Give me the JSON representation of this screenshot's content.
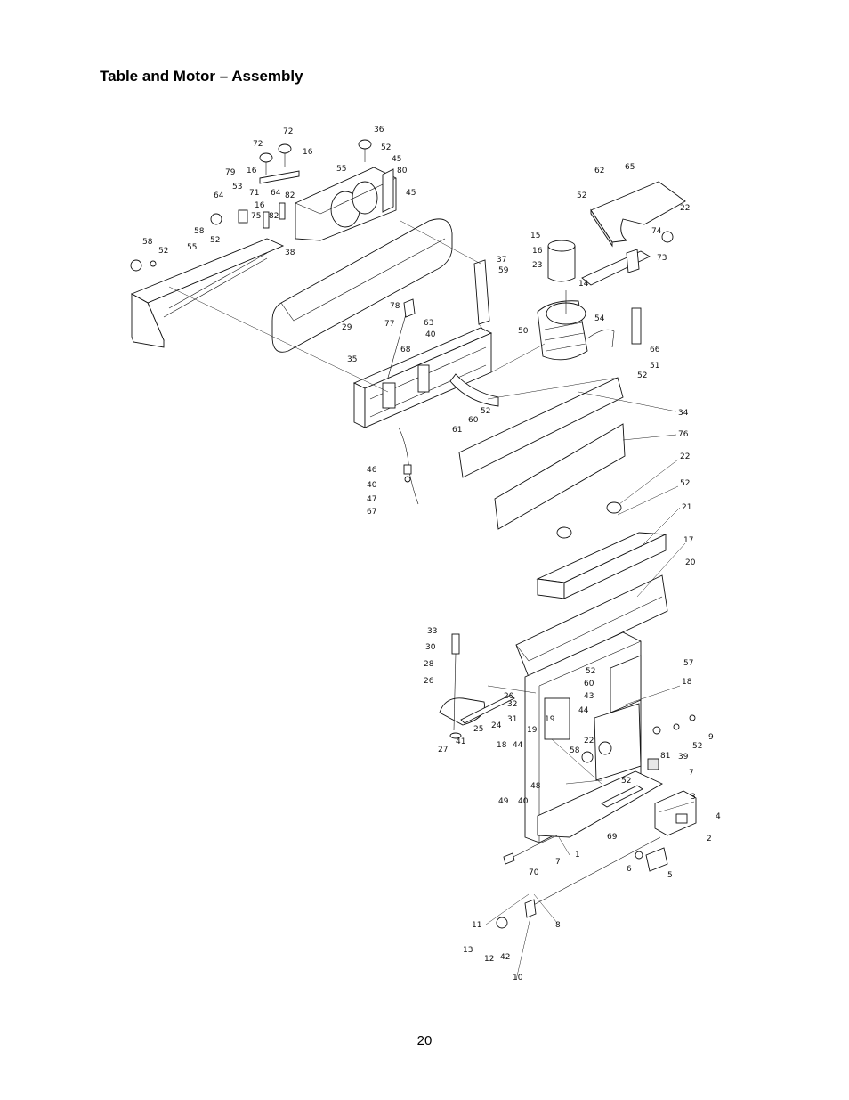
{
  "page": {
    "title": "Table and Motor – Assembly",
    "page_number": "20"
  },
  "diagram": {
    "callouts": {
      "c72a": "72",
      "c72b": "72",
      "c36": "36",
      "c16a": "16",
      "c52a": "52",
      "c45a": "45",
      "c79": "79",
      "c16b": "16",
      "c55a": "55",
      "c80": "80",
      "c45b": "45",
      "c53": "53",
      "c71": "71",
      "c64a": "64",
      "c82a": "82",
      "c64b": "64",
      "c16c": "16",
      "c82b": "82",
      "c58a": "58",
      "c52b": "52",
      "c75": "75",
      "c38": "38",
      "c58b": "58",
      "c52c": "52",
      "c55b": "55",
      "c62": "62",
      "c65": "65",
      "c52d": "52",
      "c22a": "22",
      "c74": "74",
      "c73": "73",
      "c15": "15",
      "c16d": "16",
      "c23": "23",
      "c14": "14",
      "c37": "37",
      "c59": "59",
      "c29": "29",
      "c78": "78",
      "c77": "77",
      "c63": "63",
      "c40a": "40",
      "c68": "68",
      "c35": "35",
      "c50": "50",
      "c54": "54",
      "c66": "66",
      "c51": "51",
      "c52e": "52",
      "c52f": "52",
      "c60a": "60",
      "c61": "61",
      "c34": "34",
      "c76": "76",
      "c46": "46",
      "c40b": "40",
      "c47": "47",
      "c67": "67",
      "c22b": "22",
      "c52g": "52",
      "c21": "21",
      "c17": "17",
      "c20a": "20",
      "c33": "33",
      "c30": "30",
      "c28": "28",
      "c26": "26",
      "c32": "32",
      "c31": "31",
      "c24": "24",
      "c25": "25",
      "c27": "27",
      "c41": "41",
      "c20b": "20",
      "c52h": "52",
      "c60b": "60",
      "c43": "43",
      "c57": "57",
      "c18a": "18",
      "c44a": "44",
      "c19a": "19",
      "c19b": "19",
      "c22c": "22",
      "c58c": "58",
      "c18b": "18",
      "c44b": "44",
      "c9": "9",
      "c52i": "52",
      "c39": "39",
      "c81": "81",
      "c7a": "7",
      "c52j": "52",
      "c48": "48",
      "c49": "49",
      "c40c": "40",
      "c3": "3",
      "c4": "4",
      "c2": "2",
      "c69": "69",
      "c1": "1",
      "c7b": "7",
      "c70": "70",
      "c6": "6",
      "c5": "5",
      "c8": "8",
      "c11": "11",
      "c13": "13",
      "c12": "12",
      "c42": "42",
      "c10": "10"
    }
  }
}
